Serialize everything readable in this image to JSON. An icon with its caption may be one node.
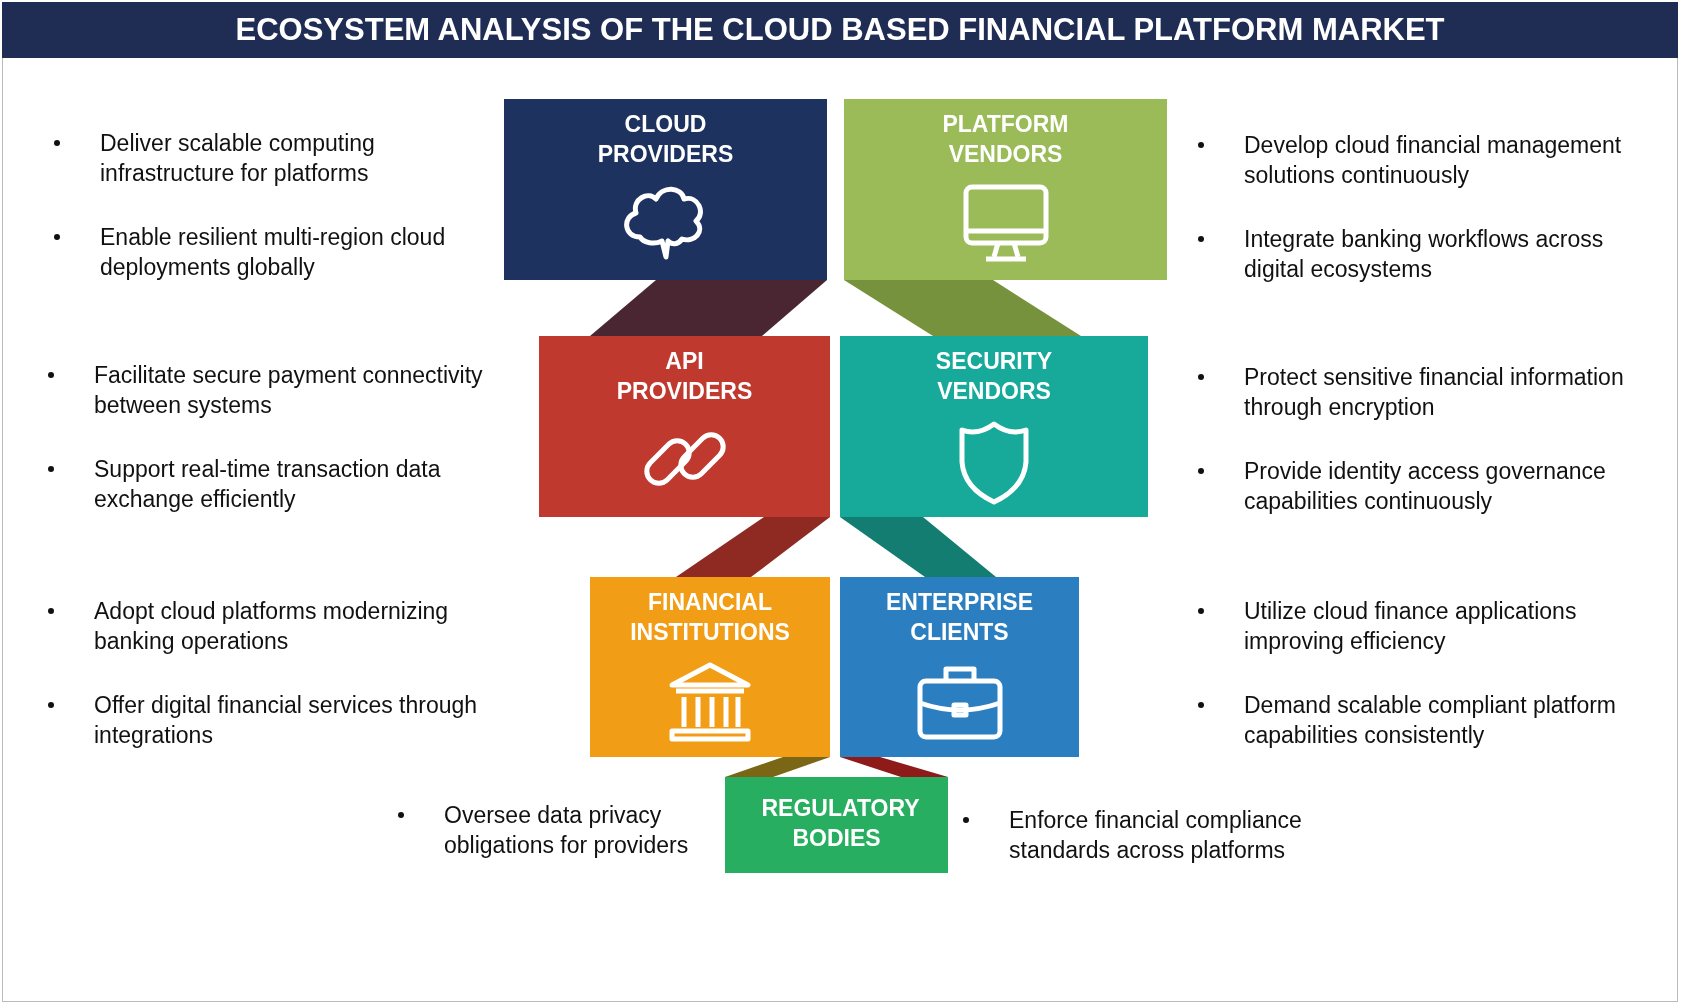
{
  "diagram": {
    "title": "ECOSYSTEM ANALYSIS OF THE CLOUD BASED FINANCIAL PLATFORM MARKET",
    "nodes": [
      {
        "text": [
          "CLOUD PROVIDERS"
        ],
        "beside": [
          "Deliver scalable computing infrastructure for platforms",
          "Enable resilient multi-region cloud deployments globally"
        ]
      },
      {
        "text": [
          "PLATFORM VENDORS"
        ],
        "beside": [
          "Develop cloud financial management solutions continuously",
          "Integrate banking workflows across digital ecosystems"
        ]
      },
      {
        "text": [
          "API PROVIDERS"
        ],
        "beside": [
          "Facilitate secure payment connectivity between systems",
          "Support real-time transaction data exchange efficiently"
        ]
      },
      {
        "text": [
          "SECURITY VENDORS"
        ],
        "beside": [
          "Protect sensitive financial information through encryption",
          "Provide identity access governance capabilities continuously"
        ]
      },
      {
        "text": [
          "FINANCIAL INSTITUTIONS"
        ],
        "beside": [
          "Adopt cloud platforms modernizing banking operations",
          "Offer digital financial services through integrations"
        ]
      },
      {
        "text": [
          "ENTERPRISE CLIENTS"
        ],
        "beside": [
          "Utilize cloud finance applications improving efficiency",
          "Demand scalable compliant platform capabilities consistently"
        ]
      },
      {
        "text": [
          "REGULATORY BODIES"
        ],
        "beside": [
          "Oversee data privacy obligations for providers",
          "Enforce financial compliance standards across platforms"
        ]
      }
    ],
    "edges": [
      {
        "from": 0,
        "to": 2,
        "arrow": "none",
        "style": "thick",
        "color": "#4a2632"
      },
      {
        "from": 1,
        "to": 3,
        "arrow": "none",
        "style": "thick",
        "color": "#76923c"
      },
      {
        "from": 2,
        "to": 4,
        "arrow": "none",
        "style": "thick",
        "color": "#8e2a22"
      },
      {
        "from": 3,
        "to": 5,
        "arrow": "none",
        "style": "thick",
        "color": "#127d70"
      },
      {
        "from": 4,
        "to": 6,
        "arrow": "none",
        "style": "thick",
        "color": "#7a6614"
      },
      {
        "from": 5,
        "to": 6,
        "arrow": "none",
        "style": "thick",
        "color": "#8e1a1a"
      }
    ]
  }
}
